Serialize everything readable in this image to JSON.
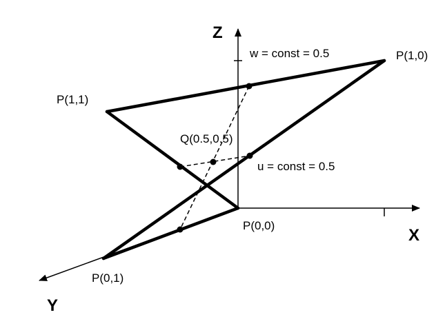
{
  "axes": {
    "x_label": "X",
    "y_label": "Y",
    "z_label": "Z"
  },
  "points": {
    "p00": "P(0,0)",
    "p10": "P(1,0)",
    "p11": "P(1,1)",
    "p01": "P(0,1)",
    "q": "Q(0.5,0.5)"
  },
  "annotations": {
    "w_const": "w = const = 0.5",
    "u_const": "u = const = 0.5"
  },
  "colors": {
    "stroke": "#000000",
    "background": "#ffffff"
  }
}
